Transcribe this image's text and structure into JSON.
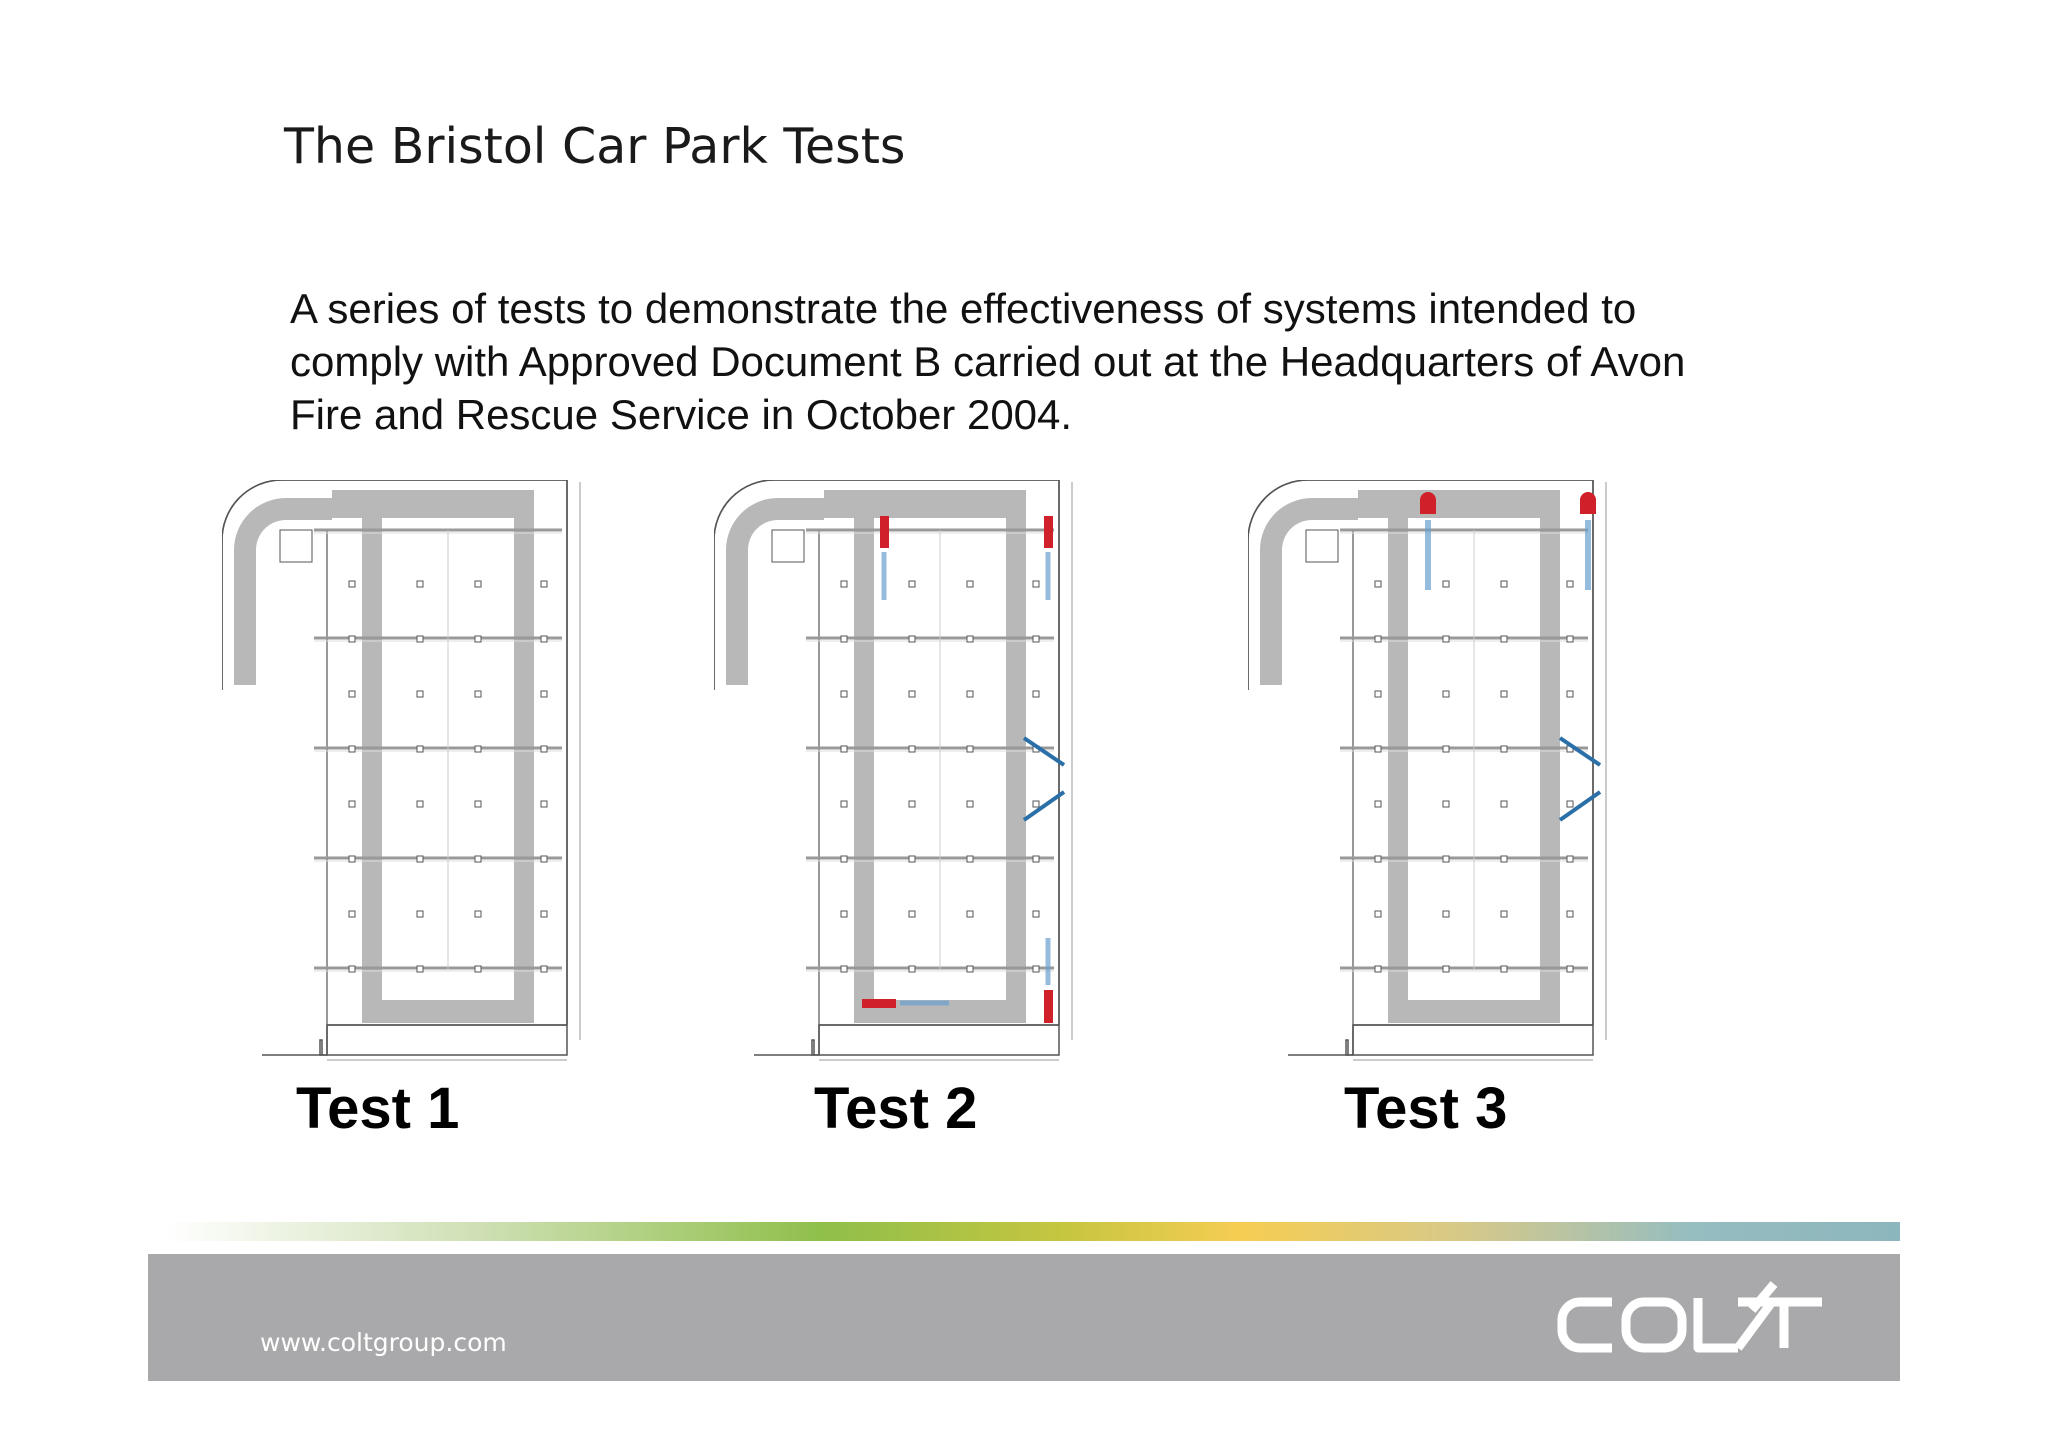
{
  "title": "The Bristol Car Park Tests",
  "intro_lines": [
    "A series of tests to demonstrate the effectiveness of systems intended to",
    "comply with Approved Document B carried out at the Headquarters of Avon",
    "Fire and Rescue Service in October 2004."
  ],
  "tests": [
    {
      "label": "Test 1",
      "fans": []
    },
    {
      "label": "Test 2",
      "fans": [
        "impulse-fan-top-left",
        "impulse-fan-top-right",
        "impulse-fan-bottom-left",
        "impulse-fan-bottom-right"
      ]
    },
    {
      "label": "Test 3",
      "fans": [
        "extract-fan-top-left",
        "extract-fan-top-right"
      ]
    }
  ],
  "footer": {
    "url": "www.coltgroup.com",
    "logo_text": "COLT"
  },
  "colors": {
    "fan": "#d0202a",
    "roadway": "#b8b8b8",
    "airflow": "#2a6fa8",
    "footer": "#a9a9ab"
  }
}
